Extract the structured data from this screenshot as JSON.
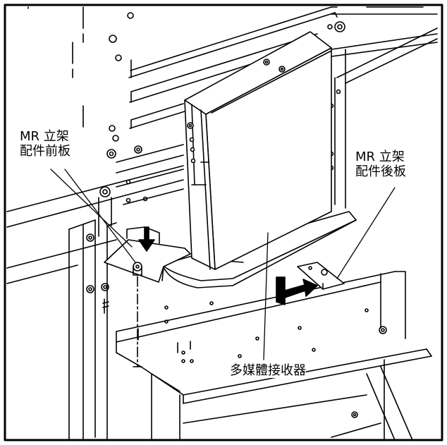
{
  "labels": {
    "front_plate": [
      "MR 立架",
      "配件前板"
    ],
    "rear_plate": [
      "MR 立架",
      "配件後板"
    ],
    "receiver": "多媒體接收器"
  },
  "colors": {
    "line": "#000000",
    "background": "#ffffff"
  }
}
